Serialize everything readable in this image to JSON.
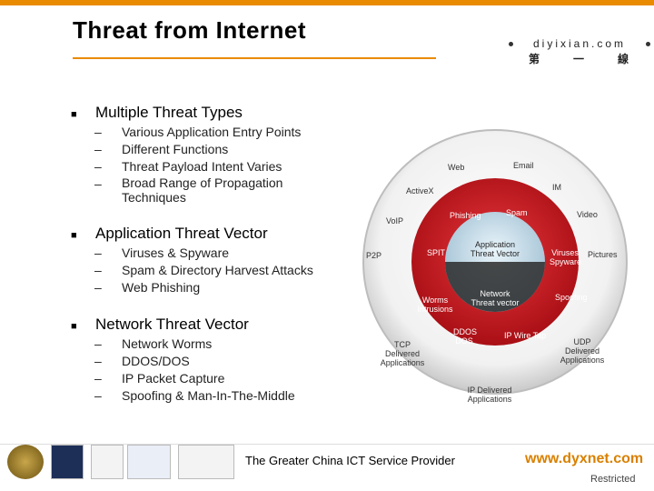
{
  "title": "Threat from Internet",
  "logo": {
    "name": "diyixian.com",
    "cn": [
      "第",
      "一",
      "線"
    ]
  },
  "sections": [
    {
      "heading": "Multiple Threat Types",
      "items": [
        "Various Application Entry Points",
        "Different Functions",
        "Threat Payload Intent Varies",
        "Broad Range of Propagation Techniques"
      ]
    },
    {
      "heading": "Application Threat Vector",
      "items": [
        "Viruses & Spyware",
        "Spam & Directory Harvest Attacks",
        "Web Phishing"
      ]
    },
    {
      "heading": "Network Threat Vector",
      "items": [
        "Network Worms",
        "DDOS/DOS",
        "IP Packet Capture",
        "Spoofing & Man-In-The-Middle"
      ]
    }
  ],
  "diagram": {
    "outer": [
      "Web",
      "Email",
      "ActiveX",
      "IM",
      "VoIP",
      "Video",
      "P2P",
      "Pictures",
      "TCP Delivered Applications",
      "UDP Delivered Applications",
      "IP Delivered Applications"
    ],
    "middle": [
      "Phishing",
      "Spam",
      "SPIT",
      "Viruses Spyware",
      "Worms Intrusions",
      "Spoofing",
      "DDOS DOS",
      "IP Wire Tap"
    ],
    "center_top": "Application Threat Vector",
    "center_bottom": "Network Threat vector"
  },
  "footer": {
    "tagline": "The Greater China ICT Service Provider",
    "url": "www.dyxnet.com",
    "restricted": "Restricted",
    "badges": [
      "cisco-partner",
      "sgs",
      "itsmf",
      "sgs-ukas"
    ]
  },
  "colors": {
    "accent": "#e98b00",
    "url": "#d98000",
    "red": "#c8151b"
  }
}
